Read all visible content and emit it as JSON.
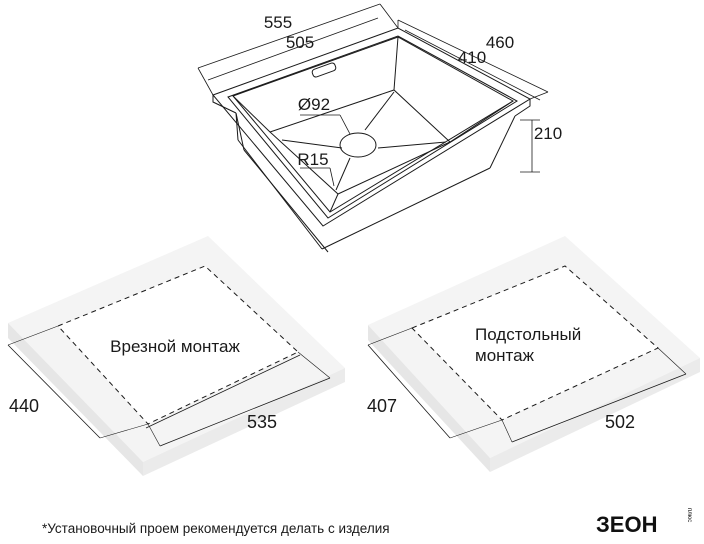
{
  "sink": {
    "dims": {
      "outer_length": "555",
      "inner_length": "505",
      "outer_width": "460",
      "inner_width": "410",
      "depth": "210",
      "drain_diameter": "Ø92",
      "corner_radius": "R15"
    }
  },
  "mounting": {
    "inset": {
      "label": "Врезной монтаж",
      "width": "440",
      "length": "535"
    },
    "undermount": {
      "label_line1": "Подстольный",
      "label_line2": "монтаж",
      "width": "407",
      "length": "502"
    }
  },
  "footnote": "*Установочный проем рекомендуется делать с изделия",
  "brand": {
    "logo_text": "ЗЕОН",
    "logo_subtext": "плюс"
  },
  "colors": {
    "line": "#1a1a1a",
    "slab_top": "#f4f4f4",
    "slab_side": "#e6e6e6"
  }
}
